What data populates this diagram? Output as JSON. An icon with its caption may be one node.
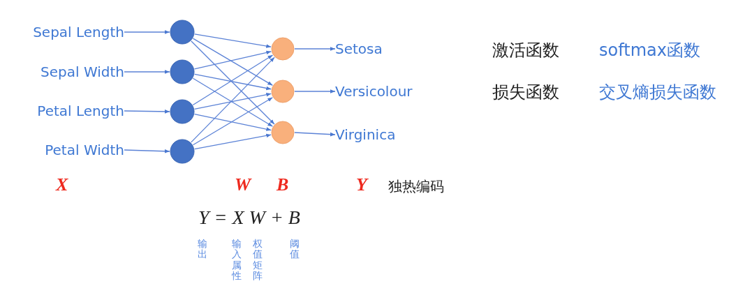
{
  "diagram": {
    "nodes": [
      {
        "text": [
          "Sepal Length"
        ]
      },
      {
        "text": [
          "Sepal Width"
        ]
      },
      {
        "text": [
          "Petal Length"
        ]
      },
      {
        "text": [
          "Petal Width"
        ]
      },
      {
        "text": [],
        "shape": "circle"
      },
      {
        "text": [],
        "shape": "circle"
      },
      {
        "text": [],
        "shape": "circle"
      },
      {
        "text": [],
        "shape": "circle"
      },
      {
        "text": [],
        "shape": "circle"
      },
      {
        "text": [],
        "shape": "circle"
      },
      {
        "text": [],
        "shape": "circle"
      },
      {
        "text": [
          "Setosa"
        ]
      },
      {
        "text": [
          "Versicolour"
        ]
      },
      {
        "text": [
          "Virginica"
        ]
      }
    ],
    "edges": [
      {
        "from": 0,
        "to": 4,
        "arrow": "to"
      },
      {
        "from": 1,
        "to": 5,
        "arrow": "to"
      },
      {
        "from": 2,
        "to": 6,
        "arrow": "to"
      },
      {
        "from": 3,
        "to": 7,
        "arrow": "to"
      },
      {
        "from": 4,
        "to": 8,
        "arrow": "to"
      },
      {
        "from": 4,
        "to": 9,
        "arrow": "to"
      },
      {
        "from": 4,
        "to": 10,
        "arrow": "to"
      },
      {
        "from": 5,
        "to": 8,
        "arrow": "to"
      },
      {
        "from": 5,
        "to": 9,
        "arrow": "to"
      },
      {
        "from": 5,
        "to": 10,
        "arrow": "to"
      },
      {
        "from": 6,
        "to": 8,
        "arrow": "to"
      },
      {
        "from": 6,
        "to": 9,
        "arrow": "to"
      },
      {
        "from": 6,
        "to": 10,
        "arrow": "to"
      },
      {
        "from": 7,
        "to": 8,
        "arrow": "to"
      },
      {
        "from": 7,
        "to": 9,
        "arrow": "to"
      },
      {
        "from": 7,
        "to": 10,
        "arrow": "to"
      },
      {
        "from": 8,
        "to": 11,
        "arrow": "to"
      },
      {
        "from": 9,
        "to": 12,
        "arrow": "to"
      },
      {
        "from": 10,
        "to": 13,
        "arrow": "to"
      }
    ],
    "labels": [
      "激活函数",
      "softmax函数",
      "损失函数",
      "交叉熵损失函数",
      "X",
      "W",
      "B",
      "Y",
      "独热编码",
      "Y = X W + B",
      "输出",
      "输入属性",
      "权值矩阵",
      "阈值"
    ]
  }
}
